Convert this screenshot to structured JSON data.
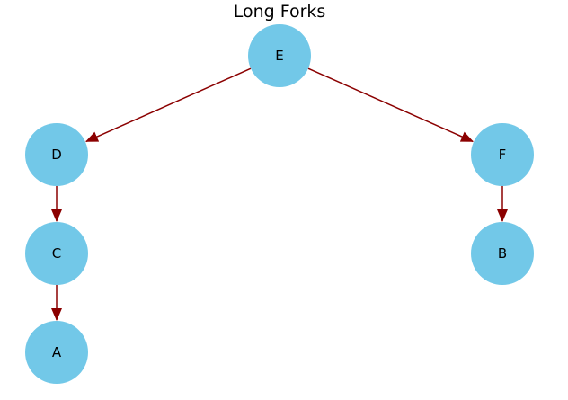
{
  "diagram": {
    "title": "Long Forks",
    "colors": {
      "node_fill": "#72c8e8",
      "edge": "#8b0000",
      "text": "#000000",
      "background": "#ffffff"
    },
    "nodes": [
      {
        "id": "E",
        "label": "E"
      },
      {
        "id": "D",
        "label": "D"
      },
      {
        "id": "F",
        "label": "F"
      },
      {
        "id": "C",
        "label": "C"
      },
      {
        "id": "B",
        "label": "B"
      },
      {
        "id": "A",
        "label": "A"
      }
    ],
    "edges": [
      {
        "from": "E",
        "to": "D"
      },
      {
        "from": "E",
        "to": "F"
      },
      {
        "from": "D",
        "to": "C"
      },
      {
        "from": "F",
        "to": "B"
      },
      {
        "from": "C",
        "to": "A"
      }
    ]
  }
}
